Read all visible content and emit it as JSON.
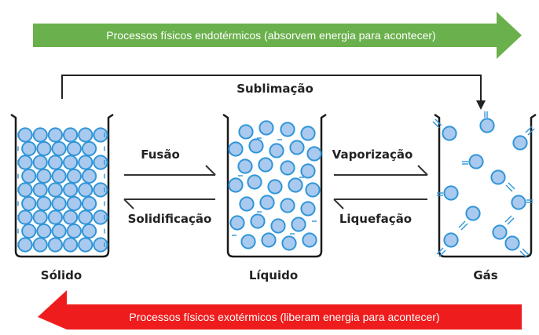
{
  "banners": {
    "top": {
      "text": "Processos físicos endotérmicos (absorvem energia para acontecer)",
      "color": "#6ab04c"
    },
    "bottom": {
      "text": "Processos físicos exotérmicos (liberam energia para acontecer)",
      "color": "#ee1c1c"
    }
  },
  "processes": {
    "sublimation": "Sublimação",
    "fusion": "Fusão",
    "solidification": "Solidificação",
    "vaporization": "Vaporização",
    "liquefaction": "Liquefação"
  },
  "states": {
    "solid": "Sólido",
    "liquid": "Líquido",
    "gas": "Gás"
  },
  "colors": {
    "particle_fill": "#a9c9ee",
    "particle_stroke": "#2f95d8",
    "beaker_stroke": "#1a1a1a"
  },
  "icons": {
    "particle": "circle-particle-icon",
    "motion": "motion-lines-icon"
  }
}
